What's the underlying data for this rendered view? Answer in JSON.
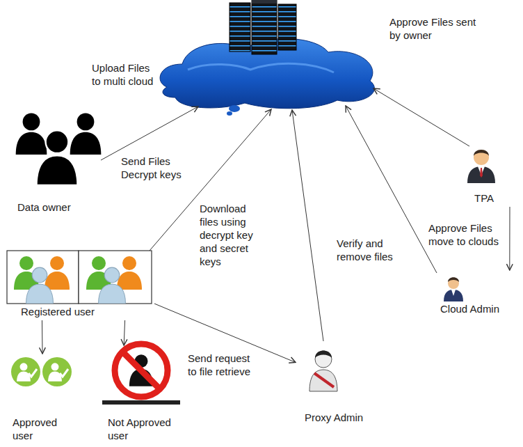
{
  "diagram": {
    "nodes": [
      {
        "text": [
          "Data owner"
        ]
      },
      {
        "text": [
          "TPA"
        ]
      },
      {
        "text": [
          "Cloud Admin"
        ]
      },
      {
        "text": [
          "Registered user"
        ]
      },
      {
        "text": [
          "Approved user"
        ]
      },
      {
        "text": [
          "Not Approved user"
        ]
      },
      {
        "text": [
          "Proxy Admin"
        ]
      }
    ],
    "edges": [
      {
        "from": 1,
        "to": 2,
        "arrow": "to",
        "label": "Approve Files move to clouds"
      },
      {
        "from": 3,
        "to": 6,
        "arrow": "to",
        "label": "Send request to file retrieve"
      },
      {
        "from": 3,
        "to": 4,
        "arrow": "to"
      },
      {
        "from": 3,
        "to": 5,
        "arrow": "to"
      }
    ],
    "labels": [
      "Upload Files to multi cloud",
      "Send Files Decrypt keys",
      "Approve Files sent by owner",
      "Download files using decrypt key and secret keys",
      "Verify and remove files"
    ]
  }
}
